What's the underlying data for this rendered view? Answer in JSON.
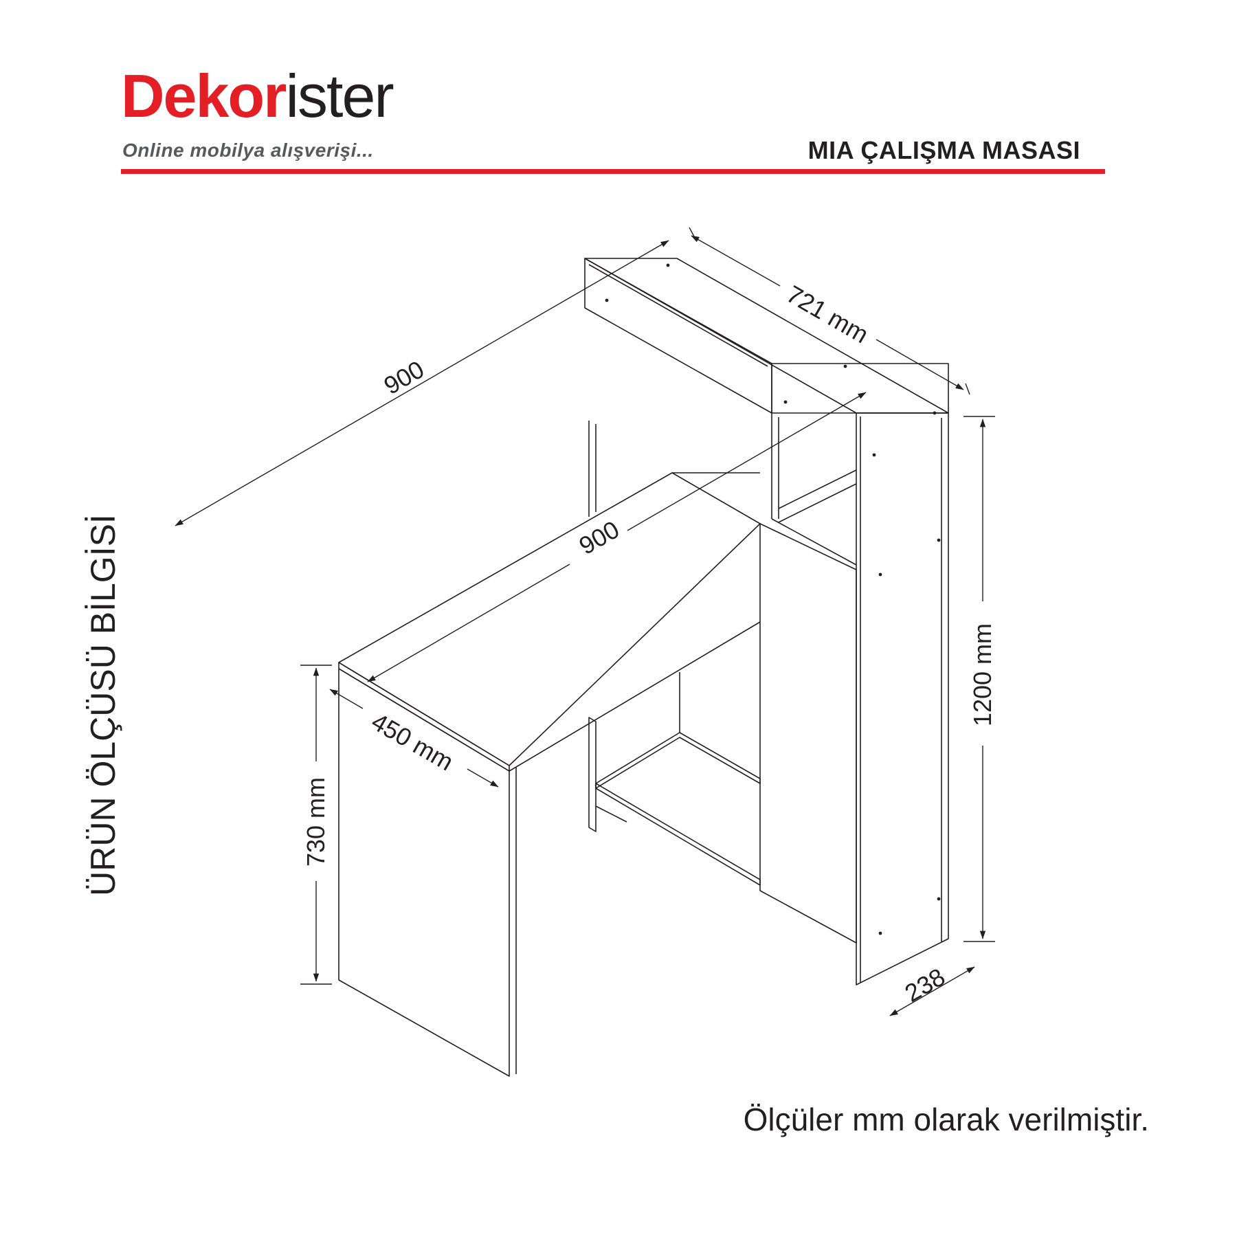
{
  "brand": {
    "name_part1": "Dekor",
    "name_part2": "ister",
    "tagline": "Online mobilya alışverişi...",
    "accent_color": "#e31e24"
  },
  "product": {
    "title": "MIA ÇALIŞMA MASASI"
  },
  "side_title": "ÜRÜN ÖLÇÜSÜ BİLGİSİ",
  "footnote": "Ölçüler mm olarak verilmiştir.",
  "dimensions": {
    "total_width": "900",
    "tabletop_width": "900",
    "top_cabinet_width": "721 mm",
    "total_height": "1200 mm",
    "desk_height": "730 mm",
    "desk_depth": "450 mm",
    "cabinet_depth": "238"
  }
}
